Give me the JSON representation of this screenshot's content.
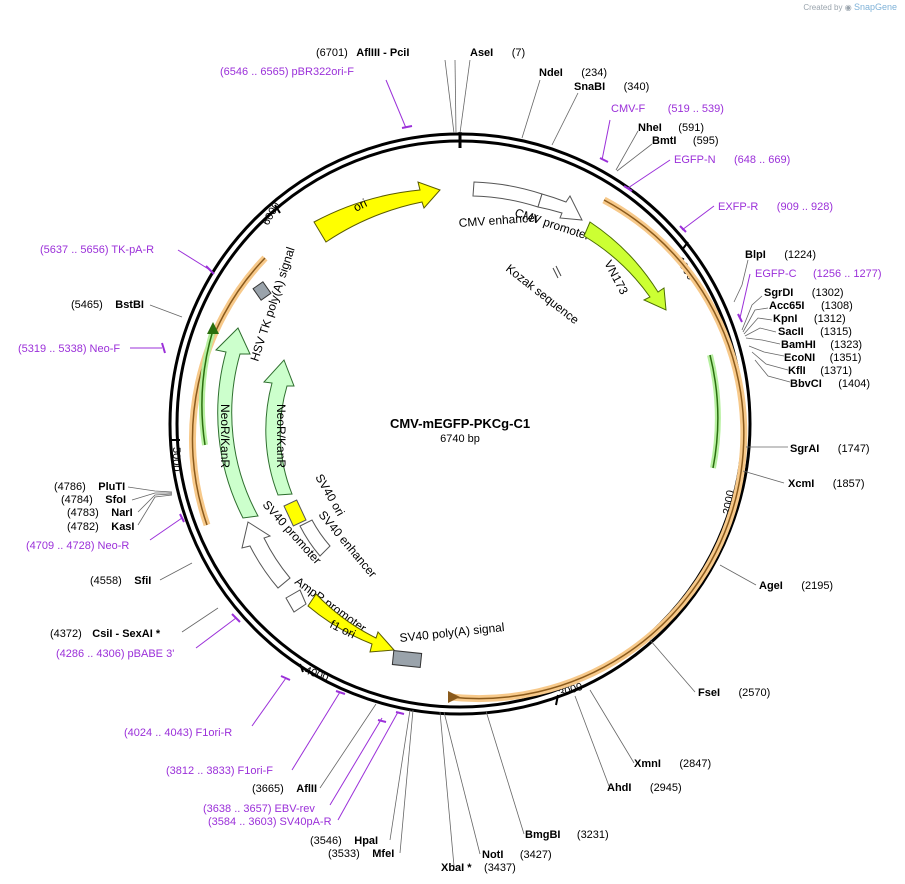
{
  "credit": {
    "prefix": "Created by",
    "brand": "SnapGene"
  },
  "plasmid": {
    "name": "CMV-mEGFP-PKCg-C1",
    "size_label": "6740 bp",
    "length": 6740
  },
  "ticks": [
    "1000",
    "2000",
    "3000",
    "4000",
    "5000",
    "6000"
  ],
  "colors": {
    "primer": "#9b30d9",
    "ori": "#ffff00",
    "neo": "#ccffcc",
    "vn173": "#ccff33",
    "orange": "#f0a030"
  },
  "sites": [
    {
      "id": "afliii",
      "pos": "(6701)",
      "name": "AflIII  - PciI"
    },
    {
      "id": "asei",
      "name": "AseI",
      "pos": "(7)"
    },
    {
      "id": "ndei",
      "name": "NdeI",
      "pos": "(234)"
    },
    {
      "id": "snabi",
      "name": "SnaBI",
      "pos": "(340)"
    },
    {
      "id": "nhei",
      "name": "NheI",
      "pos": "(591)"
    },
    {
      "id": "bmti",
      "name": "BmtI",
      "pos": "(595)"
    },
    {
      "id": "blpi",
      "name": "BlpI",
      "pos": "(1224)"
    },
    {
      "id": "sgrdi",
      "name": "SgrDI",
      "pos": "(1302)"
    },
    {
      "id": "acc65i",
      "name": "Acc65I",
      "pos": "(1308)"
    },
    {
      "id": "kpni",
      "name": "KpnI",
      "pos": "(1312)"
    },
    {
      "id": "sacii",
      "name": "SacII",
      "pos": "(1315)"
    },
    {
      "id": "bamhi",
      "name": "BamHI",
      "pos": "(1323)"
    },
    {
      "id": "econi",
      "name": "EcoNI",
      "pos": "(1351)"
    },
    {
      "id": "kfli",
      "name": "KflI",
      "pos": "(1371)"
    },
    {
      "id": "bbvci",
      "name": "BbvCI",
      "pos": "(1404)"
    },
    {
      "id": "sgrai",
      "name": "SgrAI",
      "pos": "(1747)"
    },
    {
      "id": "xcmi",
      "name": "XcmI",
      "pos": "(1857)"
    },
    {
      "id": "agei",
      "name": "AgeI",
      "pos": "(2195)"
    },
    {
      "id": "fsei",
      "name": "FseI",
      "pos": "(2570)"
    },
    {
      "id": "xmni",
      "name": "XmnI",
      "pos": "(2847)"
    },
    {
      "id": "ahdi",
      "name": "AhdI",
      "pos": "(2945)"
    },
    {
      "id": "bmgbi",
      "name": "BmgBI",
      "pos": "(3231)"
    },
    {
      "id": "noti",
      "name": "NotI",
      "pos": "(3427)"
    },
    {
      "id": "xbai",
      "name": "XbaI *",
      "pos": "(3437)"
    },
    {
      "id": "mfei",
      "pos": "(3533)",
      "name": "MfeI"
    },
    {
      "id": "hpai",
      "pos": "(3546)",
      "name": "HpaI"
    },
    {
      "id": "aflii",
      "pos": "(3665)",
      "name": "AflII"
    },
    {
      "id": "csii",
      "pos": "(4372)",
      "name": "CsiI  - SexAI *"
    },
    {
      "id": "sfii",
      "pos": "(4558)",
      "name": "SfiI"
    },
    {
      "id": "kasi",
      "pos": "(4782)",
      "name": "KasI"
    },
    {
      "id": "nari",
      "pos": "(4783)",
      "name": "NarI"
    },
    {
      "id": "sfoi",
      "pos": "(4784)",
      "name": "SfoI"
    },
    {
      "id": "pluti",
      "pos": "(4786)",
      "name": "PluTI"
    },
    {
      "id": "bstbi",
      "pos": "(5465)",
      "name": "BstBI"
    }
  ],
  "primers": [
    {
      "id": "pbr322",
      "name": "(6546 .. 6565)  pBR322ori-F"
    },
    {
      "id": "cmvf",
      "name": "CMV-F",
      "range": "(519 .. 539)"
    },
    {
      "id": "egfpn",
      "name": "EGFP-N",
      "range": "(648 .. 669)"
    },
    {
      "id": "exfpr",
      "name": "EXFP-R",
      "range": "(909 .. 928)"
    },
    {
      "id": "egfpc",
      "name": "EGFP-C",
      "range": "(1256 .. 1277)"
    },
    {
      "id": "tkpar",
      "name": "(5637 .. 5656)  TK-pA-R"
    },
    {
      "id": "neof",
      "name": "(5319 .. 5338)  Neo-F"
    },
    {
      "id": "neor",
      "name": "(4709 .. 4728)  Neo-R"
    },
    {
      "id": "pbabe",
      "name": "(4286 .. 4306)  pBABE 3'"
    },
    {
      "id": "f1orir",
      "name": "(4024 .. 4043)  F1ori-R"
    },
    {
      "id": "f1orif",
      "name": "(3812 .. 3833)  F1ori-F"
    },
    {
      "id": "ebvrev",
      "name": "(3638 .. 3657)  EBV-rev"
    },
    {
      "id": "sv40par",
      "name": "(3584 .. 3603)  SV40pA-R"
    }
  ],
  "features": {
    "ori": "ori",
    "cmv_enhancer": "CMV enhancer",
    "cmv_promoter": "CMV promoter",
    "kozak": "Kozak sequence",
    "vn173": "VN173",
    "hsv_tk": "HSV TK poly(A) signal",
    "neo_outer": "NeoR/KanR",
    "neo_inner": "NeoR/KanR",
    "sv40_ori": "SV40 ori",
    "sv40_enhancer": "SV40 enhancer",
    "sv40_promoter": "SV40 promoter",
    "ampr_promoter": "AmpR promoter",
    "f1_ori": "f1 ori",
    "sv40_polya": "SV40 poly(A) signal"
  }
}
